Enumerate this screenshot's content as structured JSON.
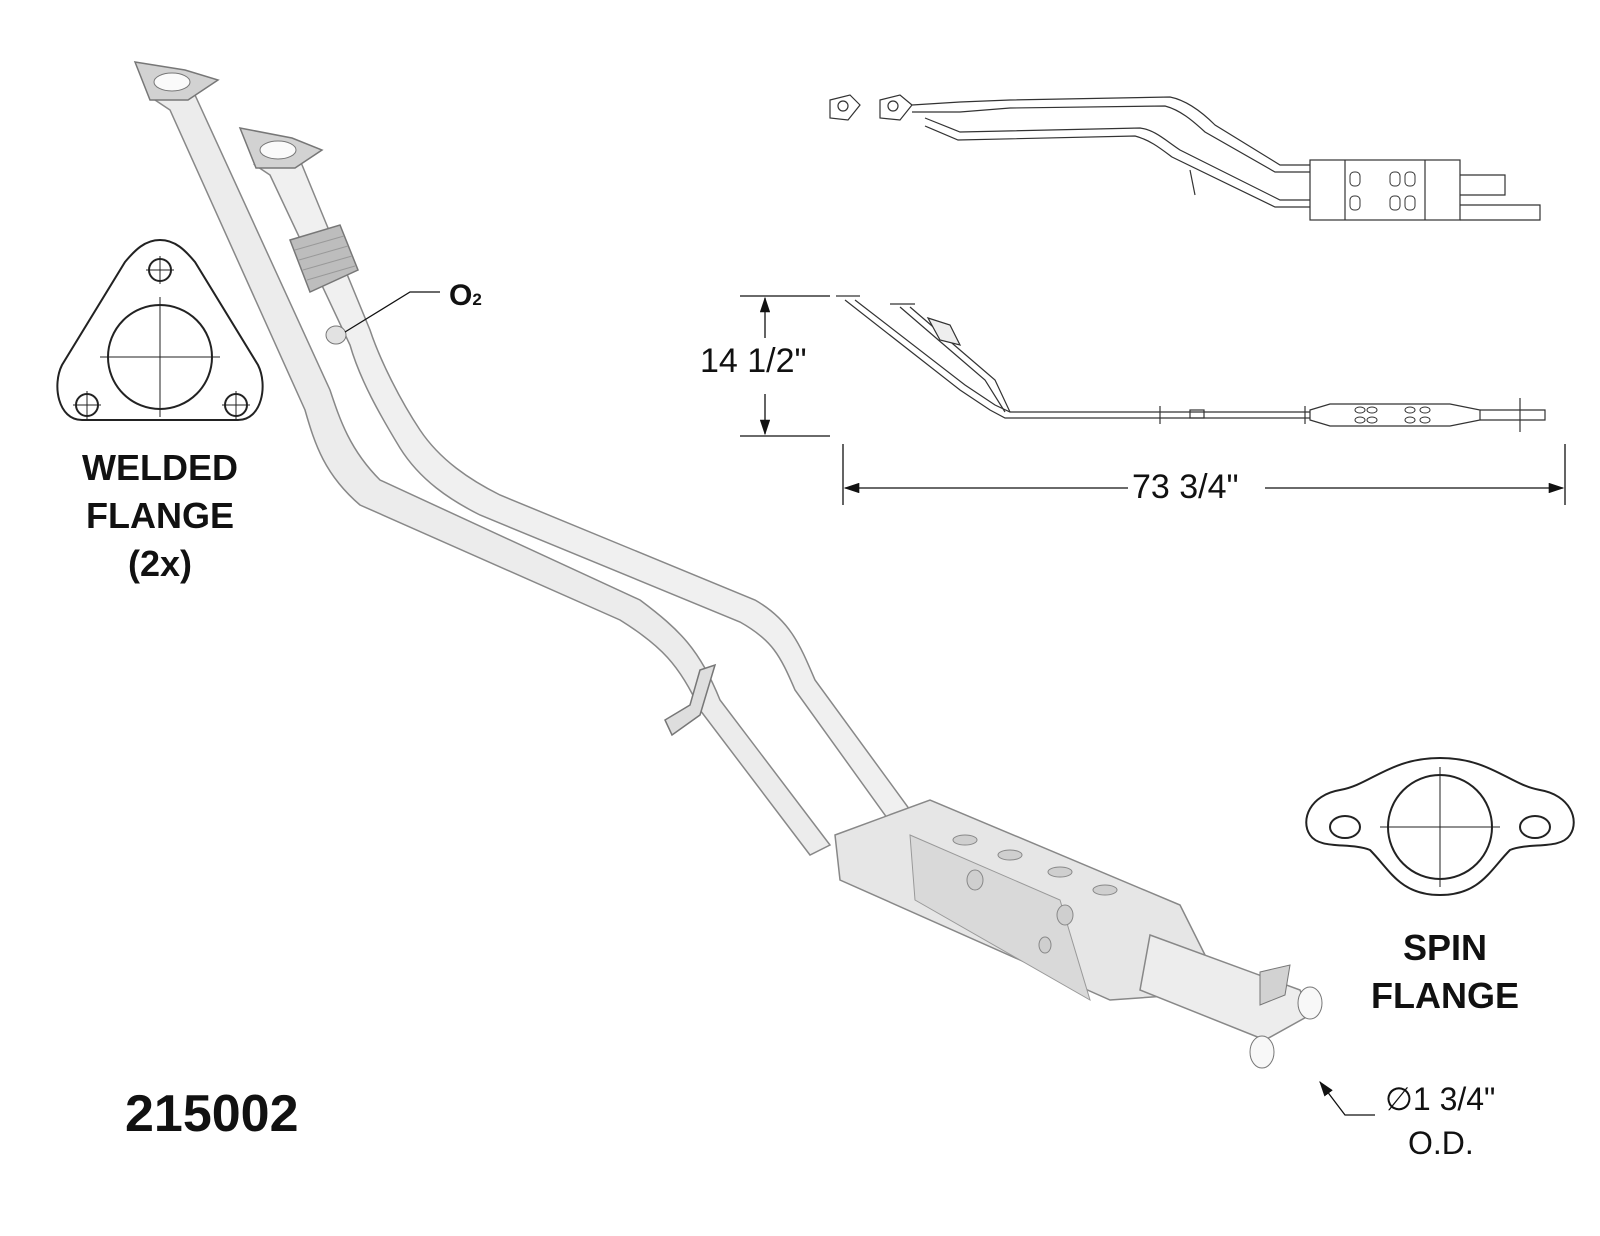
{
  "labels": {
    "welded_flange": [
      "WELDED",
      "FLANGE",
      "(2x)"
    ],
    "spin_flange": [
      "SPIN",
      "FLANGE"
    ],
    "o2": "O",
    "o2_sub": "2",
    "height_dim": "14 1/2\"",
    "length_dim": "73 3/4\"",
    "diameter_symbol": "∅",
    "diameter_value": "1 3/4\"",
    "diameter_note": "O.D.",
    "part_number": "215002"
  },
  "colors": {
    "pipe_fill": "#eaeaea",
    "pipe_stroke": "#7a7a7a",
    "line": "#1a1a1a",
    "flange_fill": "#d4d4d4"
  }
}
